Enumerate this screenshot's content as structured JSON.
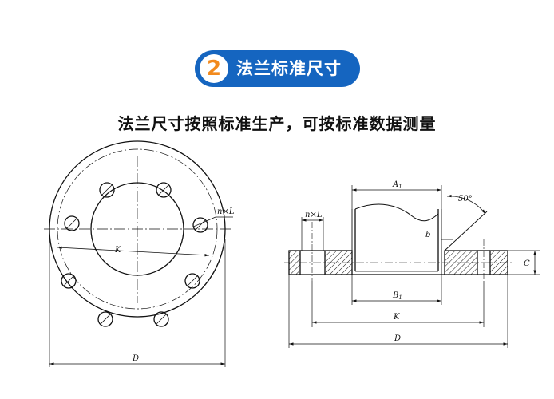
{
  "header": {
    "badge_number": "2",
    "title": "法兰标准尺寸"
  },
  "subtitle": "法兰尺寸按照标准生产，可按标准数据测量",
  "front_view": {
    "labels": {
      "k": "K",
      "d": "D",
      "bolt": "n×L"
    }
  },
  "side_view": {
    "labels": {
      "a1": "A",
      "a1_sub": "1",
      "b1": "B",
      "b1_sub": "1",
      "b": "b",
      "angle": "50°",
      "c": "C",
      "k": "K",
      "d": "D",
      "bolt": "n×L"
    }
  },
  "colors": {
    "header_bg": "#1565c0",
    "badge_number": "#f28a1e",
    "line": "#111111"
  }
}
